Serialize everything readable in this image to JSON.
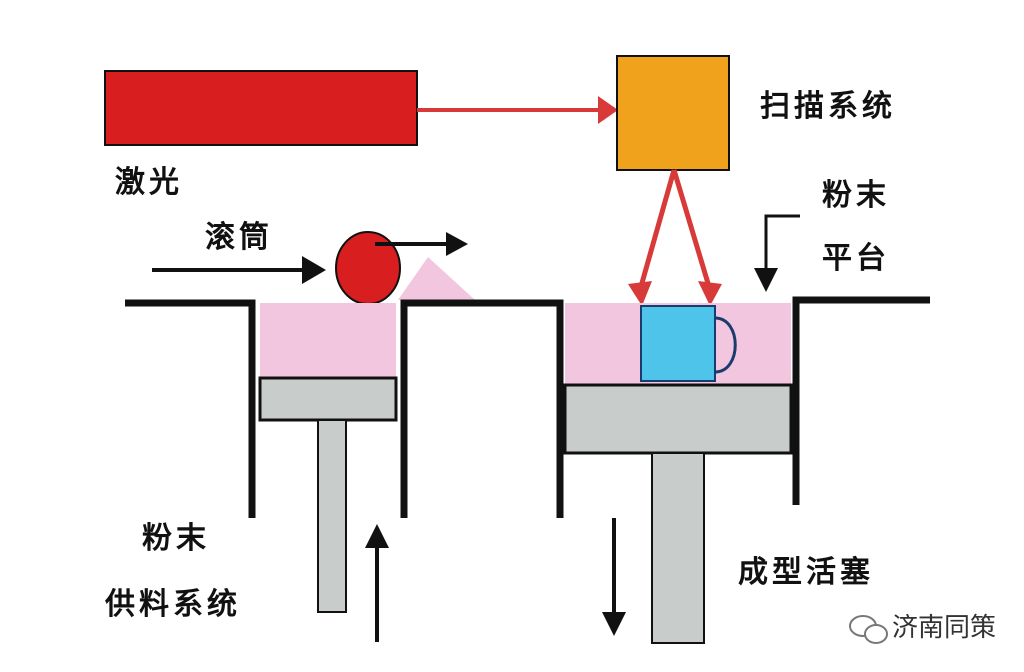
{
  "labels": {
    "laser": "激光",
    "scanner": "扫描系统",
    "roller": "滚筒",
    "powder_platform_line1": "粉末",
    "powder_platform_line2": "平台",
    "powder_feed_line1": "粉末",
    "powder_feed_line2": "供料系统",
    "build_piston": "成型活塞"
  },
  "watermark": {
    "text": "济南同策",
    "icon": "wechat-icon"
  },
  "colors": {
    "laser": "#d81e1e",
    "scanner": "#f0a21c",
    "roller": "#d81e1e",
    "powder": "#f2c6de",
    "piston": "#c8cccb",
    "part": "#4fc4ea",
    "beam": "#d83a3a",
    "outline": "#111111"
  }
}
